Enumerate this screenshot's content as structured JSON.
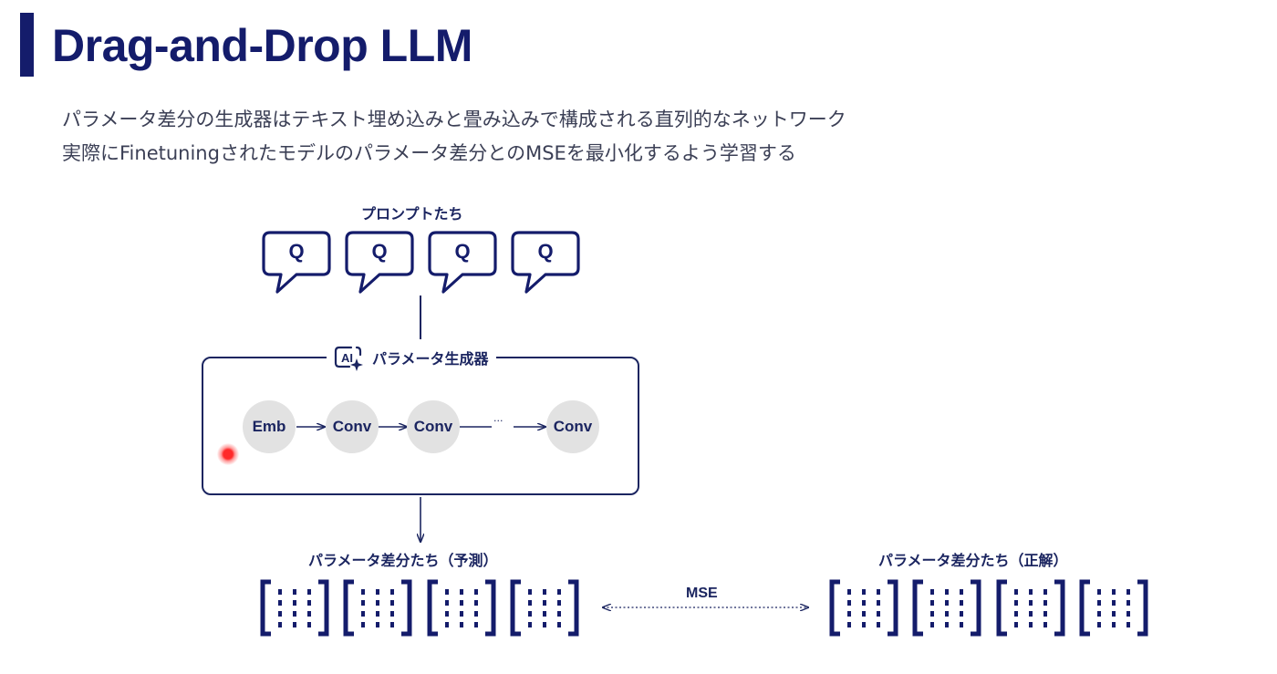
{
  "title": "Drag-and-Drop LLM",
  "description": [
    "パラメータ差分の生成器はテキスト埋め込みと畳み込みで構成される直列的なネットワーク",
    "実際にFinetuningされたモデルのパラメータ差分とのMSEを最小化するよう学習する"
  ],
  "prompts": {
    "label": "プロンプトたち",
    "bubbles": [
      "Q",
      "Q",
      "Q",
      "Q"
    ]
  },
  "generator": {
    "icon": "ai-sparkle-icon",
    "icon_text": "AI",
    "label": "パラメータ生成器",
    "nodes": [
      "Emb",
      "Conv",
      "Conv",
      "Conv"
    ],
    "ellipsis": "···"
  },
  "outputs": {
    "predicted_label": "パラメータ差分たち（予測）",
    "ground_truth_label": "パラメータ差分たち（正解）",
    "loss_label": "MSE"
  },
  "colors": {
    "primary": "#141c6b",
    "node_fill": "#e2e2e2",
    "pointer": "#ff2a2a"
  }
}
